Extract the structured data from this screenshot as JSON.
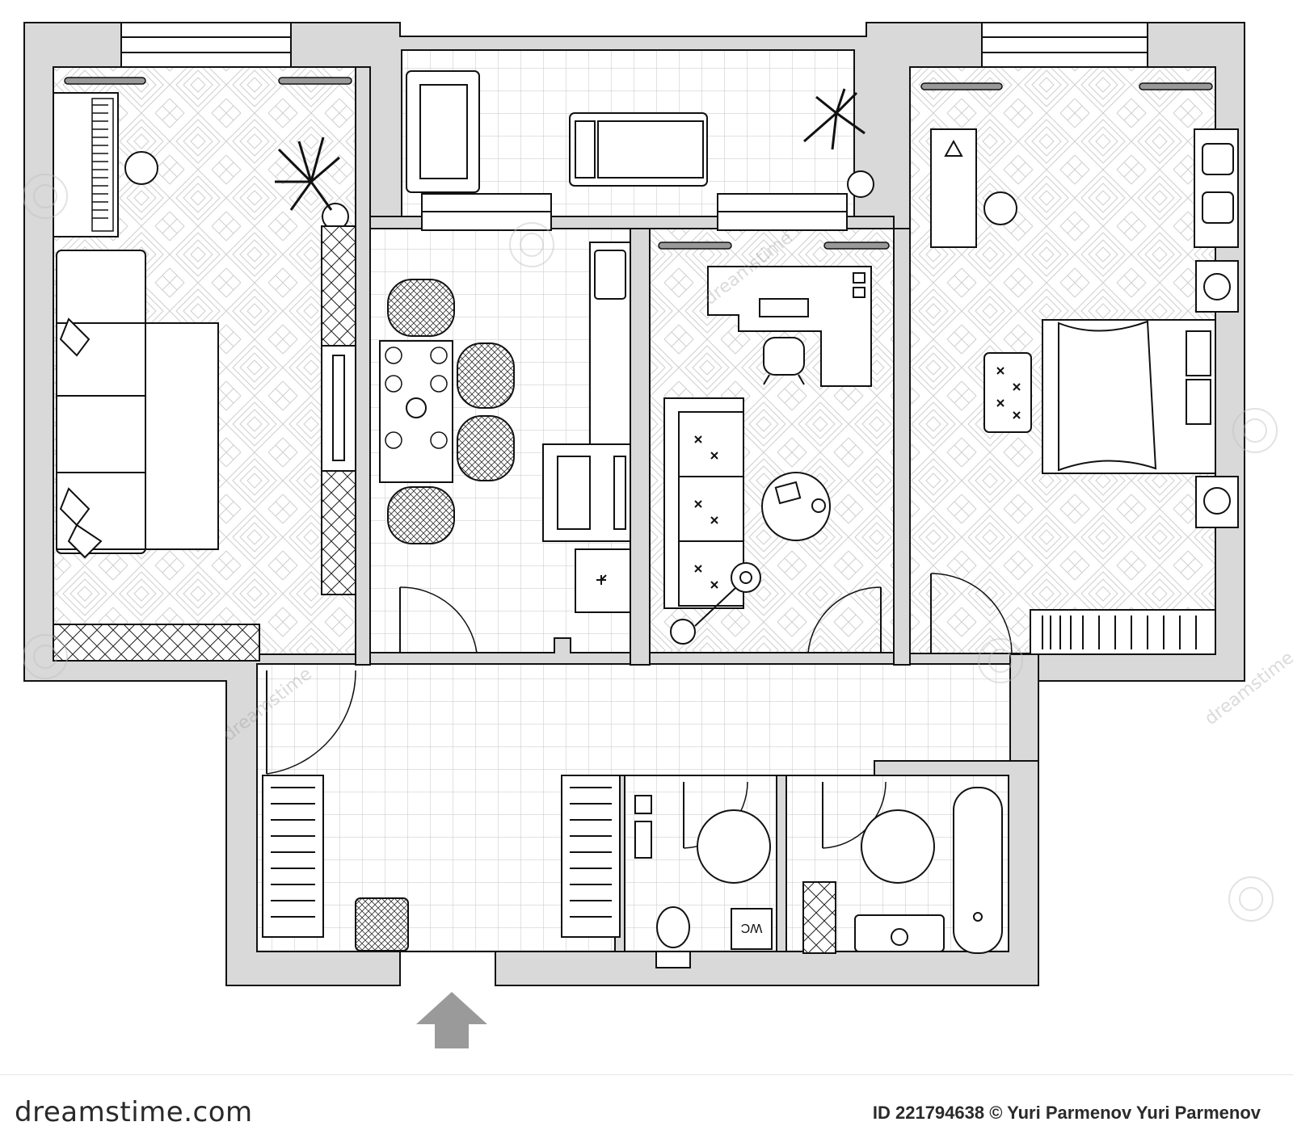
{
  "image": {
    "subject": "apartment floor plan",
    "style": "black line drawing, grey walls, tiled and parquet floors",
    "rooms": [
      "living room",
      "balcony",
      "kitchen",
      "study",
      "bedroom",
      "hallway",
      "toilet",
      "bathroom"
    ]
  },
  "labels": {
    "wc_sign": "WC"
  },
  "footer": {
    "brand": "dreamstime.com",
    "credit": "ID 221794638 © Yuri Parmenov  Yuri Parmenov"
  },
  "watermark": {
    "text": "dreamstime"
  },
  "colors": {
    "wall": "#d9d9d9",
    "line": "#111111",
    "tile_line": "#bdbdbd",
    "parquet_line": "#c8c8c8",
    "arrow": "#9a9a9a"
  }
}
